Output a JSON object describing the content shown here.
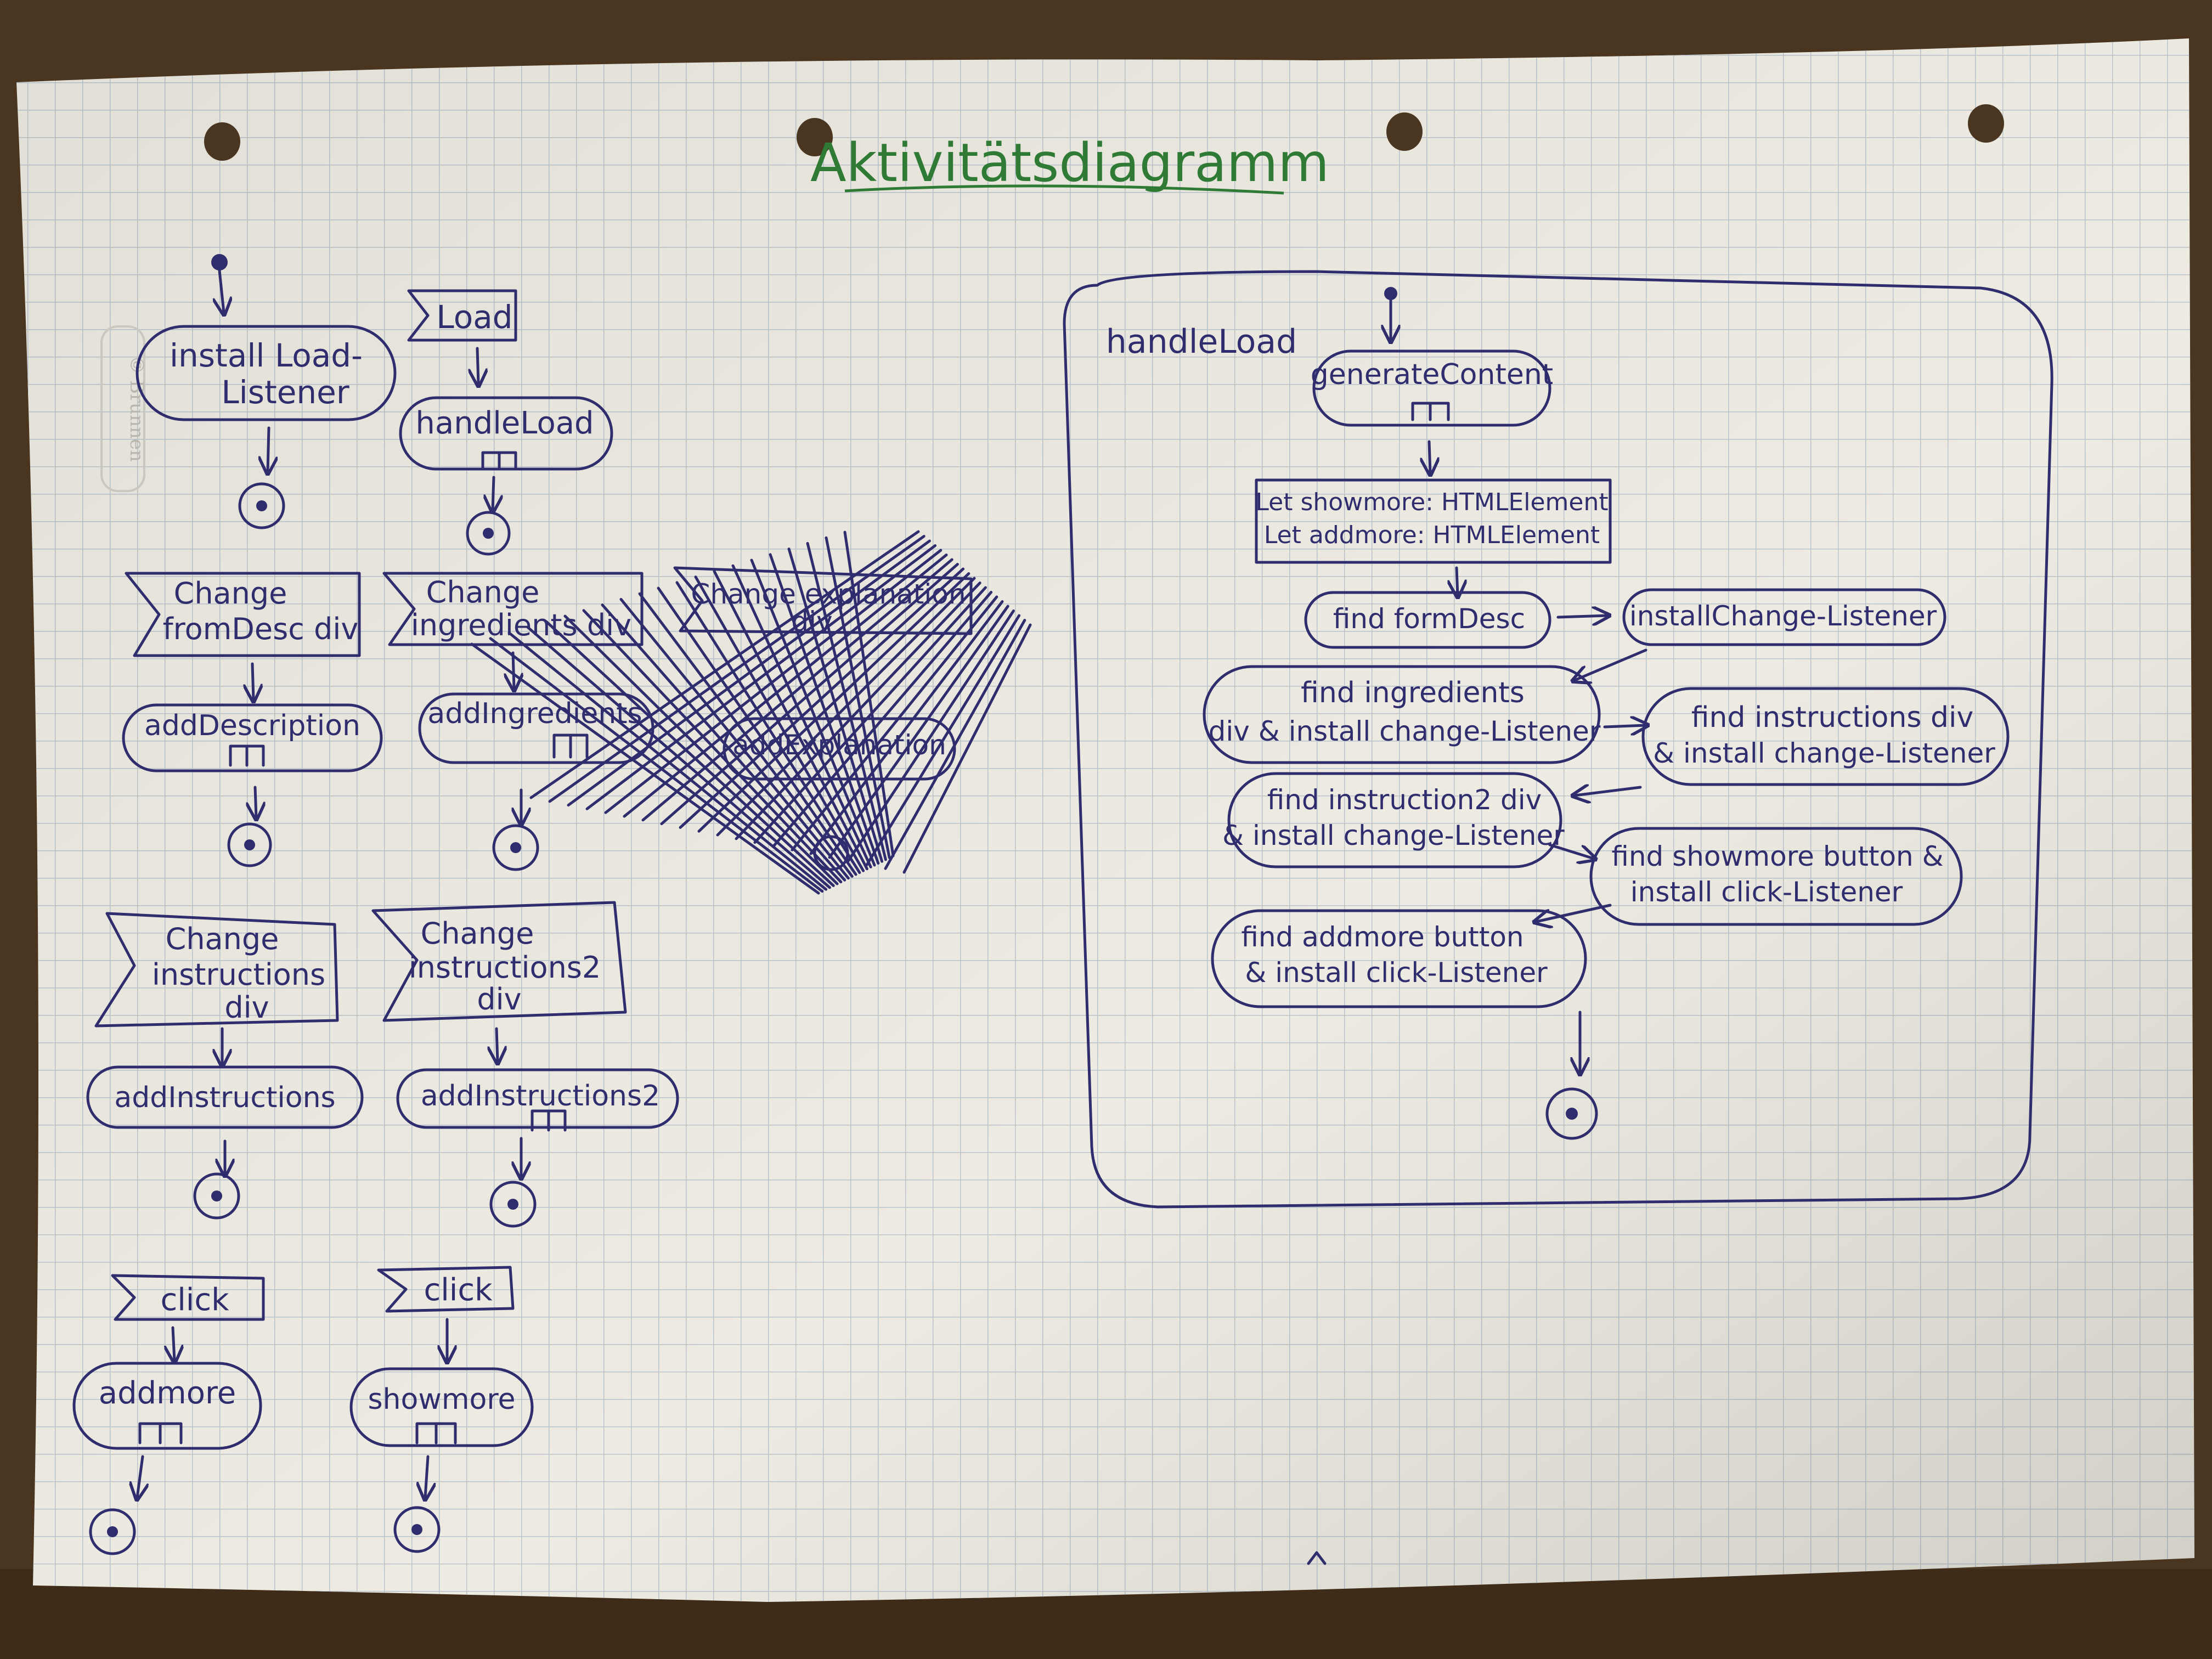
{
  "title": "Aktivitätsdiagramm",
  "stamp": "© Brunnen",
  "colors": {
    "ink": "#2f2d6e",
    "title_ink": "#2f7a34",
    "paper": "#eeebe2",
    "grid": "#b9c4cc",
    "table": "#4a3520"
  },
  "left_flows": [
    {
      "id": "main",
      "signal": "",
      "action": "installLoad-Listener",
      "action_lines": [
        "install Load-",
        "Listener"
      ],
      "has_start": true,
      "has_rake": false
    },
    {
      "id": "load",
      "signal": "Load",
      "signal_lines": [
        "Load"
      ],
      "action": "handleLoad",
      "action_lines": [
        "handleLoad"
      ],
      "has_start": false,
      "has_rake": true
    },
    {
      "id": "formdesc",
      "signal_lines": [
        "Change",
        "fromDesc div"
      ],
      "action_lines": [
        "addDescription"
      ],
      "has_rake": true
    },
    {
      "id": "ingredients",
      "signal_lines": [
        "Change",
        "ingredients div"
      ],
      "action_lines": [
        "addIngredients"
      ],
      "has_rake": true
    },
    {
      "id": "instructions",
      "signal_lines": [
        "Change",
        "instructions",
        "div"
      ],
      "action_lines": [
        "addInstructions"
      ],
      "has_rake": false
    },
    {
      "id": "instructions2",
      "signal_lines": [
        "Change",
        "instructions2",
        "div"
      ],
      "action_lines": [
        "addInstructions2"
      ],
      "has_rake": true
    },
    {
      "id": "addmore",
      "signal_lines": [
        "click"
      ],
      "action_lines": [
        "addmore"
      ],
      "has_rake": true
    },
    {
      "id": "showmore",
      "signal_lines": [
        "click"
      ],
      "action_lines": [
        "showmore"
      ],
      "has_rake": true
    }
  ],
  "crossed_out": {
    "signal_lines": [
      "Change explanation",
      "div"
    ],
    "action_lines": [
      "addExplanation"
    ]
  },
  "handle_load": {
    "label": "handleLoad",
    "first_action": "generateContent",
    "declarations": [
      "Let showmore: HTMLElement",
      "Let addmore: HTMLElement"
    ],
    "steps": [
      {
        "id": "s1",
        "lines": [
          "find formDesc"
        ]
      },
      {
        "id": "s2",
        "lines": [
          "installChange-Listener"
        ]
      },
      {
        "id": "s3",
        "lines": [
          "find ingredients",
          "div & install change-Listener"
        ]
      },
      {
        "id": "s4",
        "lines": [
          "find instructions div",
          "& install change-Listener"
        ]
      },
      {
        "id": "s5",
        "lines": [
          "find instruction2 div",
          "& install change-Listener"
        ]
      },
      {
        "id": "s6",
        "lines": [
          "find showmore button &",
          "install click-Listener"
        ]
      },
      {
        "id": "s7",
        "lines": [
          "find addmore button",
          "& install click-Listener"
        ]
      }
    ]
  }
}
